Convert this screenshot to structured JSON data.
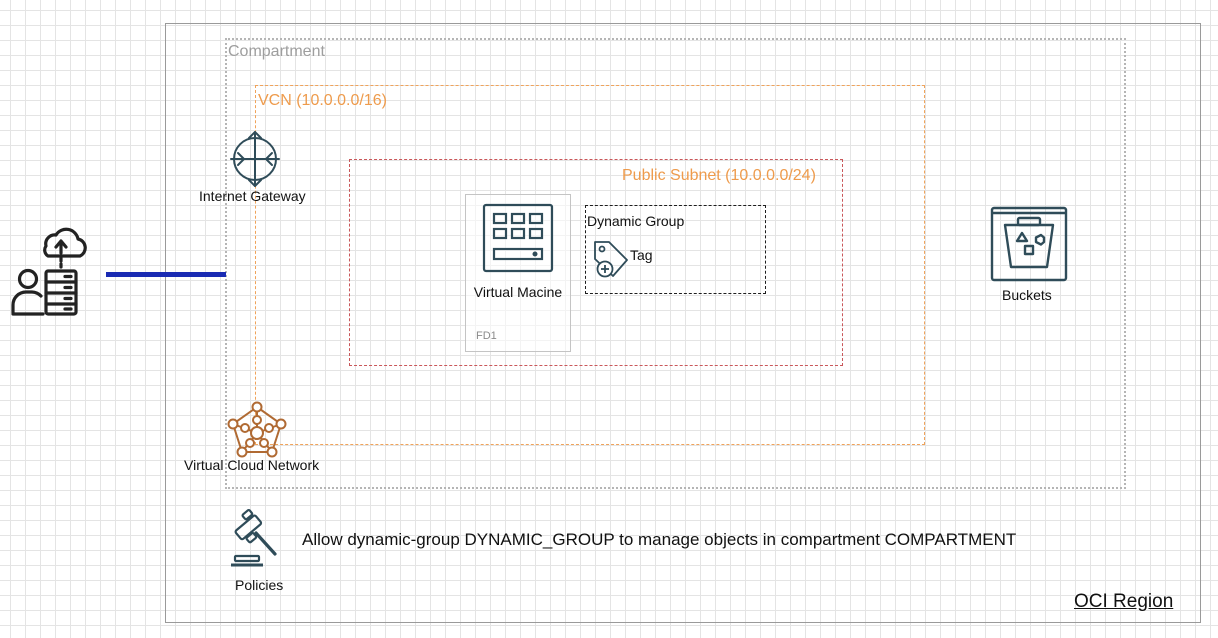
{
  "region": {
    "label": "OCI Region"
  },
  "compartment": {
    "label": "Compartment"
  },
  "vcn": {
    "label": "VCN (10.0.0.0/16)"
  },
  "subnet": {
    "label": "Public Subnet (10.0.0.0/24)"
  },
  "internet_gateway": {
    "label": "Internet Gateway",
    "icon": "internet-gateway-icon"
  },
  "virtual_cloud_network": {
    "label": "Virtual Cloud Network",
    "icon": "virtual-cloud-network-icon"
  },
  "virtual_machine": {
    "label": "Virtual Macine",
    "fault_domain": "FD1",
    "icon": "virtual-machine-icon"
  },
  "dynamic_group": {
    "label": "Dynamic Group",
    "tag_label": "Tag",
    "tag_icon": "tag-icon"
  },
  "buckets": {
    "label": "Buckets",
    "icon": "bucket-icon"
  },
  "policies": {
    "label": "Policies",
    "icon": "gavel-icon",
    "statement": "Allow dynamic-group DYNAMIC_GROUP to manage objects in compartment COMPARTMENT"
  },
  "user": {
    "icon": "user-cloud-server-icon"
  },
  "colors": {
    "vcn_border": "#f0a35a",
    "subnet_border": "#c9575a",
    "oci_icon": "#2f4c59",
    "vcn_icon": "#b06a33",
    "connector": "#1a2bb3"
  }
}
